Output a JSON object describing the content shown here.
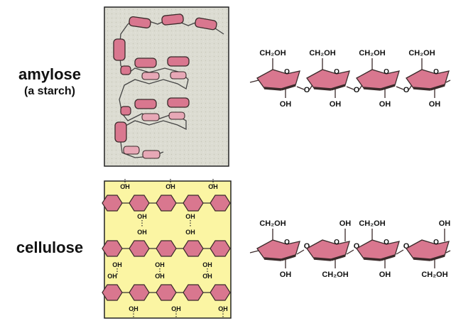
{
  "labels": {
    "amylose": "amylose",
    "amylose_sub": "(a starch)",
    "cellulose": "cellulose"
  },
  "chem": {
    "ch2oh": "CH₂OH",
    "oh": "OH",
    "o": "O"
  },
  "colors": {
    "ring_fill": "#d9778f",
    "ring_stroke": "#3a2a2a",
    "amylose_bg": "#dcdcd2",
    "cellulose_bg": "#fbf5a3"
  }
}
